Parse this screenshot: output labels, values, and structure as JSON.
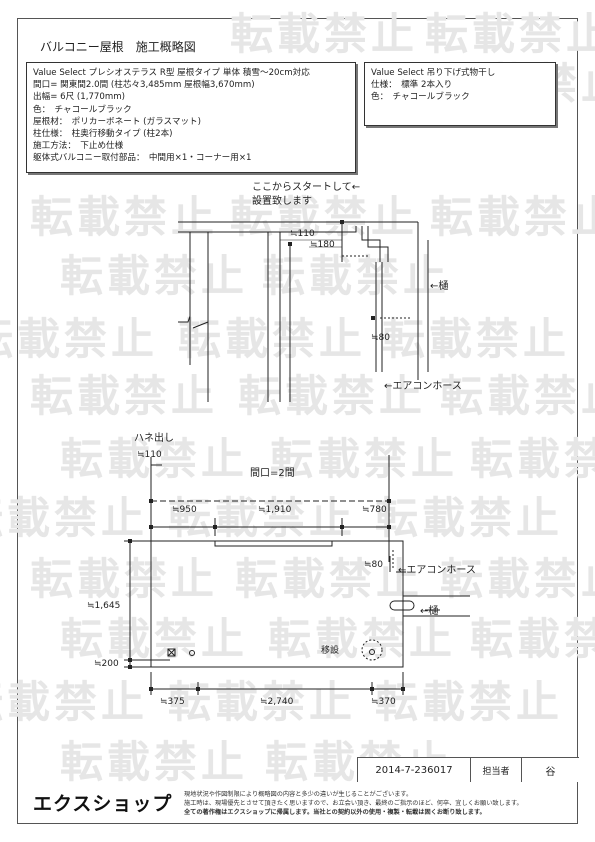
{
  "title": "バルコニー屋根　施工概略図",
  "spec_left": {
    "lines": [
      "Value Select プレシオステラス R型 屋根タイプ 単体 積雪～20cm対応",
      "間口= 関東間2.0間 (柱芯々3,485mm 屋根幅3,670mm)",
      "出幅= 6尺 (1,770mm)",
      "色：　チャコールブラック",
      "屋根材：　ポリカーボネート (ガラスマット)",
      "柱仕様：　柱奥行移動タイプ (柱2本)",
      "施工方法：　下止め仕様",
      "躯体式バルコニー取付部品：　中間用×1・コーナー用×1"
    ]
  },
  "spec_right": {
    "lines": [
      "Value Select 吊り下げ式物干し",
      "仕様：　標準 2本入り",
      "色：　チャコールブラック"
    ]
  },
  "watermark_text": "転載禁止",
  "elevation": {
    "start_note_line1": "ここからスタートして←",
    "start_note_line2": "設置致します",
    "dim_110": "≒110",
    "dim_180": "≒180",
    "gutter": "←樋",
    "dim_80": "≒80",
    "aircon_hose": "←エアコンホース"
  },
  "plan": {
    "hane_label": "ハネ出し",
    "hane_dim": "≒110",
    "frontage": "間口=2間",
    "dim_950": "≒950",
    "dim_1910": "≒1,910",
    "dim_780": "≒780",
    "dim_80": "≒80",
    "aircon_hose": "←エアコンホース",
    "dim_1645": "≒1,645",
    "gutter": "←樋",
    "relocate": "移設",
    "dim_200": "≒200",
    "dim_375": "≒375",
    "dim_2740": "≒2,740",
    "dim_370": "≒370"
  },
  "footer": {
    "code": "2014-7-236017",
    "person_label": "担当者",
    "person_name": "谷"
  },
  "logo_text": "エクスショップ",
  "notes": [
    "現地状況や作図制限により概略図の内容と多少の違いが生じることがございます。",
    "施工時は、現場優先とさせて頂きたく思いますので、お立会い頂き、最終のご指示のほど、何卒、宜しくお願い致します。",
    "全ての著作権はエクスショップに帰属します。当社との契約以外の使用・複製・転載は固くお断り致します。"
  ]
}
